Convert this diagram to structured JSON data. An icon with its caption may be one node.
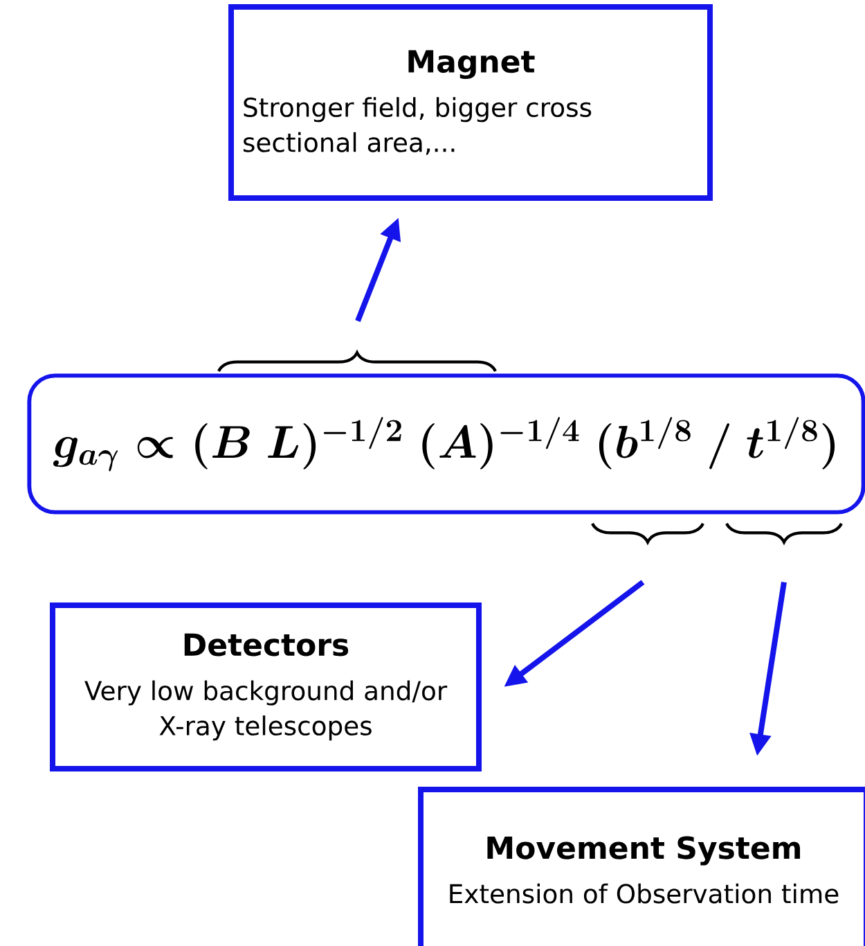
{
  "diagram": {
    "nodes": [
      {
        "text": [
          "Magnet",
          "Stronger field, bigger cross sectional area,..."
        ]
      },
      {
        "text": [
          "g_{a\\gamma} \\propto (B~L)^{-1/2}~(A)^{-1/4}~(b^{1/8}~/~t^{1/8})"
        ]
      },
      {
        "text": [
          "Detectors",
          "Very low background and/or X-ray telescopes"
        ]
      },
      {
        "text": [
          "Movement System",
          "Extension of Observation time"
        ]
      }
    ],
    "edges": [
      {
        "from": 1,
        "to": 0,
        "arrow": "to"
      },
      {
        "from": 1,
        "to": 2,
        "arrow": "to"
      },
      {
        "from": 1,
        "to": 3,
        "arrow": "to"
      }
    ]
  }
}
